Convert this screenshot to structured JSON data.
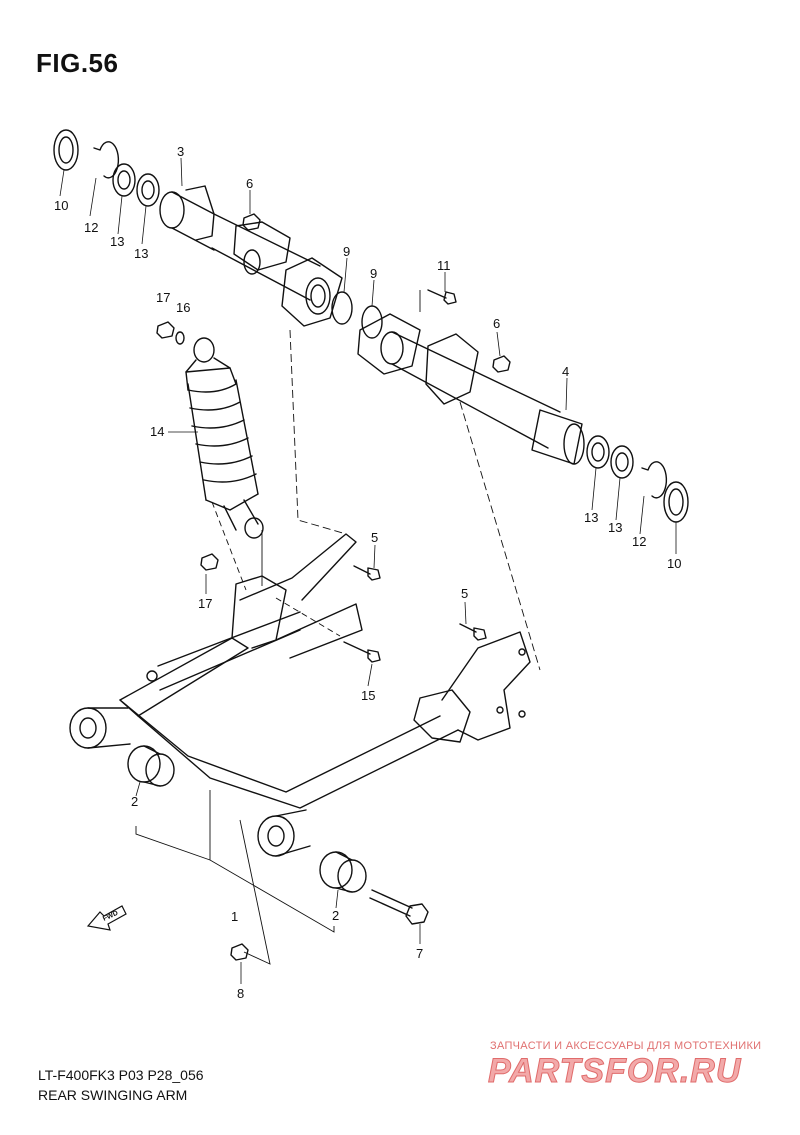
{
  "figure": {
    "title": "FIG.56",
    "model_code": "LT-F400FK3 P03 P28_056",
    "caption": "REAR SWINGING ARM"
  },
  "callouts": [
    "10",
    "12",
    "13",
    "13",
    "3",
    "6",
    "9",
    "9",
    "11",
    "6",
    "4",
    "17",
    "16",
    "14",
    "13",
    "13",
    "12",
    "10",
    "5",
    "17",
    "5",
    "15",
    "2",
    "1",
    "2",
    "7",
    "8"
  ],
  "fwd_arrow": "FWD",
  "watermark": {
    "tagline": "ЗАПЧАСТИ И АКСЕССУАРЫ ДЛЯ МОТОТЕХНИКИ",
    "logo": "PARTSFOR.RU"
  }
}
